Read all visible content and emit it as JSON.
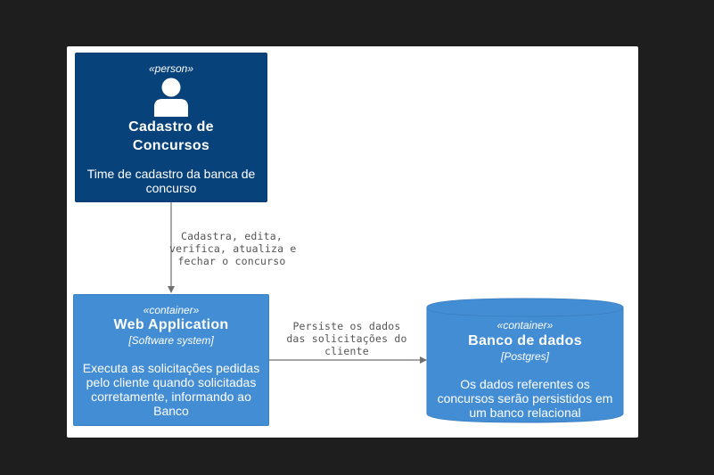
{
  "person": {
    "stereotype": "«person»",
    "title_line1": "Cadastro de",
    "title_line2": "Concursos",
    "description": "Time de cadastro da banca de concurso",
    "icon": "person-icon"
  },
  "webapp": {
    "stereotype": "«container»",
    "title": "Web Application",
    "technology": "[Software system]",
    "description": "Executa as solicitações pedidas pelo cliente quando solicitadas corretamente, informando ao Banco"
  },
  "database": {
    "stereotype": "«container»",
    "title": "Banco de dados",
    "technology": "[Postgres]",
    "description": "Os dados referentes os concursos serão persistidos em um banco relacional"
  },
  "relations": {
    "person_to_webapp": [
      "Cadastra, edita,",
      "verifica, atualiza e",
      "fechar o concurso"
    ],
    "webapp_to_database": [
      "Persiste os dados",
      "das solicitações do",
      "cliente"
    ]
  },
  "colors": {
    "person": "#08427b",
    "container": "#438dd5",
    "edge": "#707070",
    "background": "#1e1e1e"
  }
}
